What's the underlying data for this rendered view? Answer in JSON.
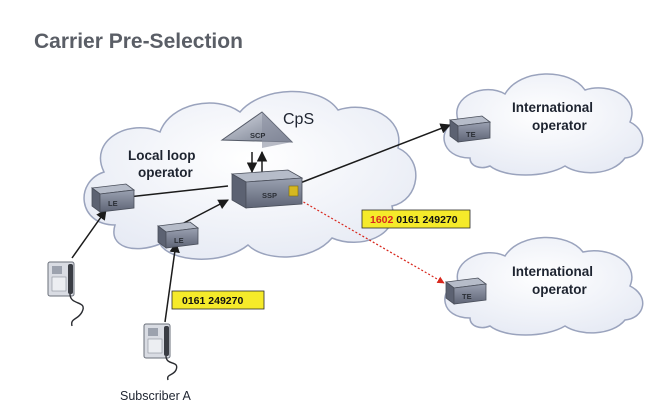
{
  "title": "Carrier Pre-Selection",
  "cps_label": "CpS",
  "scp_label": "SCP",
  "ssp_label": "SSP",
  "le_label": "LE",
  "te_label": "TE",
  "local_operator": {
    "line1": "Local loop",
    "line2": "operator"
  },
  "intl_operator_top": {
    "line1": "International",
    "line2": "operator"
  },
  "intl_operator_bottom": {
    "line1": "International",
    "line2": "operator"
  },
  "dialed_number": "0161 249270",
  "cps_number": {
    "prefix": "1602",
    "number": "0161 249270"
  },
  "subscriber_label": "Subscriber A",
  "colors": {
    "cloud_fill": "#f4f6fb",
    "cloud_stroke": "#9aa3bd",
    "number_box": "#f5ea2a",
    "prefix_red": "#d8281e",
    "box_face": "#7d8496",
    "box_top": "#b6bcc9"
  }
}
